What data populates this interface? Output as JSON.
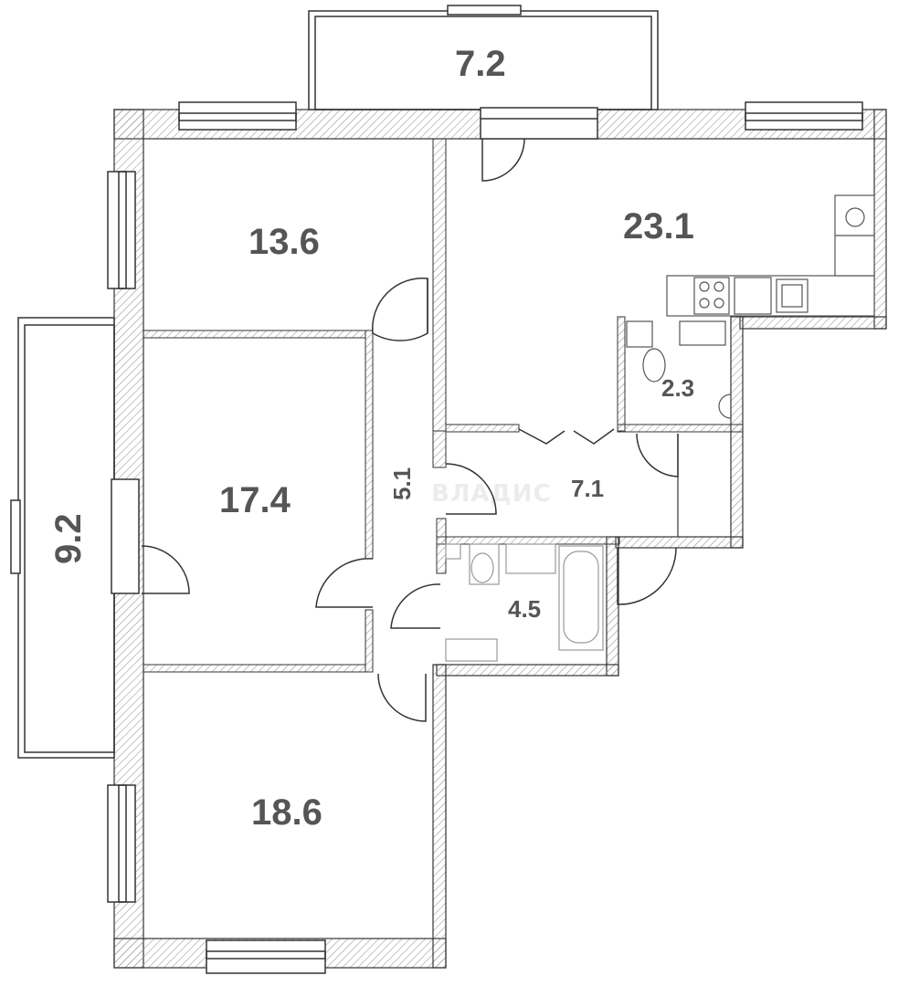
{
  "rooms": {
    "balcony_top": {
      "area": "7.2"
    },
    "bedroom_top": {
      "area": "13.6"
    },
    "living_kitchen": {
      "area": "23.1"
    },
    "wc": {
      "area": "2.3"
    },
    "hall": {
      "area": "7.1"
    },
    "corridor": {
      "area": "5.1"
    },
    "bedroom_middle": {
      "area": "17.4"
    },
    "bathroom": {
      "area": "4.5"
    },
    "bedroom_bottom": {
      "area": "18.6"
    },
    "balcony_left": {
      "area": "9.2"
    }
  },
  "watermark": {
    "text": "ВЛАДИС"
  },
  "colors": {
    "wall_line": "#333333",
    "hatch": "#9a9a9a",
    "label": "#555555",
    "fixture": "#777777"
  }
}
